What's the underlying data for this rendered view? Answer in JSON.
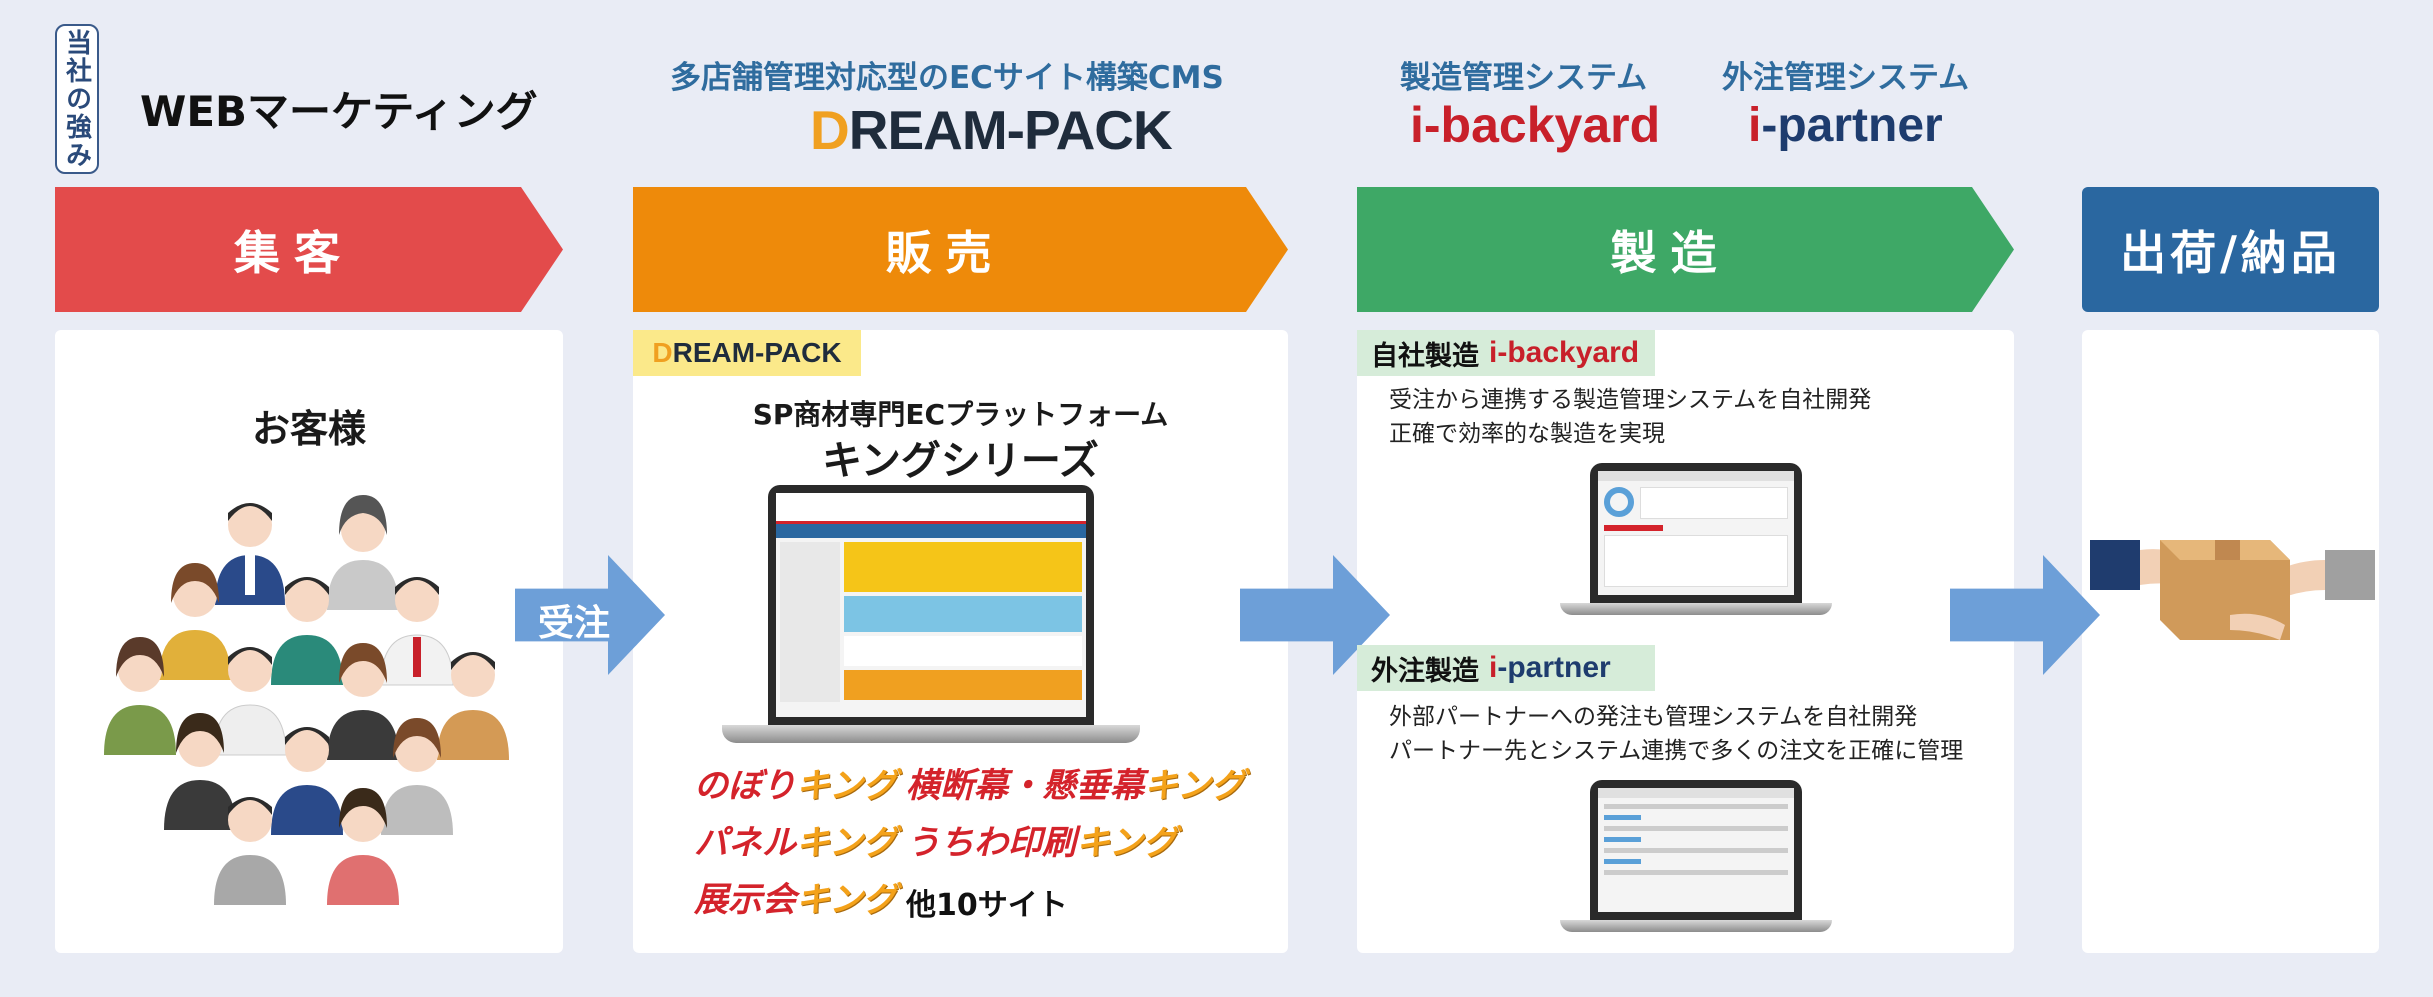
{
  "header": {
    "badge": "当社の強み",
    "web_marketing": "WEBマーケティング",
    "dreampack_sub": "多店舗管理対応型のECサイト構築CMS",
    "dreampack_logo_d": "D",
    "dreampack_logo_rest": "REAM-PACK",
    "mfg_sub": "製造管理システム",
    "mfg_logo": "i-backyard",
    "outsource_sub": "外注管理システム",
    "outsource_logo_i": "i",
    "outsource_logo_rest": "-partner"
  },
  "stages": [
    {
      "label": "集客",
      "color": "#e34b4b"
    },
    {
      "label": "販売",
      "color": "#ee8a0a"
    },
    {
      "label": "製造",
      "color": "#3ea866"
    },
    {
      "label": "出荷/納品",
      "color": "#2a67a0"
    }
  ],
  "flow": {
    "order_label": "受注",
    "arrow_color": "#6d9fd8"
  },
  "customer": {
    "title": "お客様"
  },
  "sales": {
    "tag_d": "D",
    "tag_rest": "REAM-PACK",
    "subtitle": "SP商材専門ECプラットフォーム",
    "title": "キングシリーズ",
    "brands": [
      {
        "name": "のぼり",
        "suffix": "キング"
      },
      {
        "name": "横断幕・懸垂幕",
        "suffix": "キング"
      },
      {
        "name": "パネル",
        "suffix": "キング"
      },
      {
        "name": "うちわ印刷",
        "suffix": "キング"
      },
      {
        "name": "展示会",
        "suffix": "キング"
      }
    ],
    "other_sites": "他10サイト"
  },
  "manufacturing": {
    "inhouse": {
      "tag": "自社製造",
      "logo": "i-backyard",
      "desc1": "受注から連携する製造管理システムを自社開発",
      "desc2": "正確で効率的な製造を実現"
    },
    "outsource": {
      "tag": "外注製造",
      "logo_i": "i",
      "logo_rest": "-partner",
      "desc1": "外部パートナーへの発注も管理システムを自社開発",
      "desc2": "パートナー先とシステム連携で多くの注文を正確に管理"
    }
  },
  "icons": [
    "people-group-icon",
    "laptop-icon",
    "package-handover-icon"
  ]
}
